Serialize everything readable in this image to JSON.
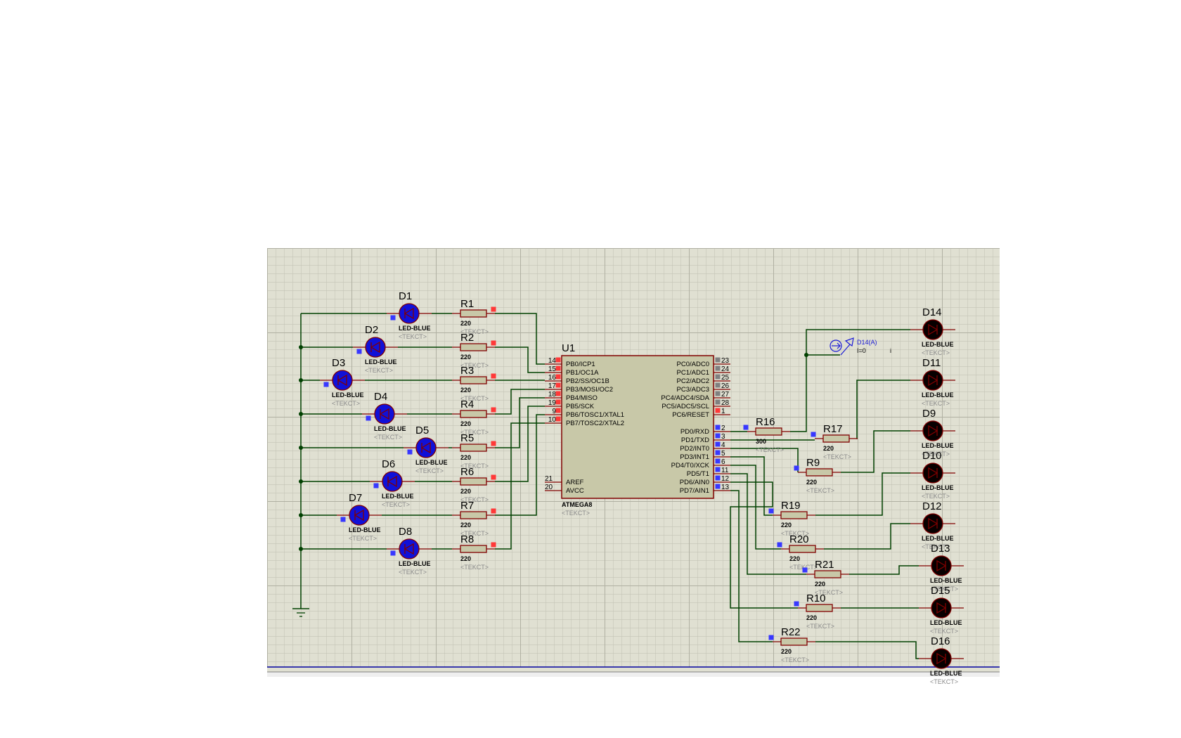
{
  "app": {
    "kind": "schematic-editor-canvas"
  },
  "colors": {
    "background": "#ffffff",
    "sheet": "#e0e0d2",
    "grid_minor": "#c4c4b6",
    "grid_major": "#b4b4a6",
    "wire": "#004000",
    "component_outline": "#800000",
    "resistor_fill": "#c8c8a8",
    "mcu_fill": "#c8c8a8",
    "led_left_fill": "#1010d8",
    "led_right_fill": "#080000",
    "pin_marker_red": "#ff3838",
    "pin_marker_blue": "#3838ff",
    "pin_marker_gray": "#808080",
    "bottom_line": "#0000a0",
    "probe_text": "#1b1bd6"
  },
  "mcu": {
    "ref": "U1",
    "part": "ATMEGA8",
    "text": "<TEKCT>",
    "left_pins": [
      {
        "num": "14",
        "name": "PB0/ICP1",
        "marker": "red"
      },
      {
        "num": "15",
        "name": "PB1/OC1A",
        "marker": "red"
      },
      {
        "num": "16",
        "name": "PB2/SS/OC1B",
        "marker": "red"
      },
      {
        "num": "17",
        "name": "PB3/MOSI/OC2",
        "marker": "red"
      },
      {
        "num": "18",
        "name": "PB4/MISO",
        "marker": "red"
      },
      {
        "num": "19",
        "name": "PB5/SCK",
        "marker": "red"
      },
      {
        "num": "9",
        "name": "PB6/TOSC1/XTAL1",
        "marker": "red"
      },
      {
        "num": "10",
        "name": "PB7/TOSC2/XTAL2",
        "marker": "red"
      }
    ],
    "left_power_pins": [
      {
        "num": "21",
        "name": "AREF"
      },
      {
        "num": "20",
        "name": "AVCC"
      }
    ],
    "right_pins_c": [
      {
        "num": "23",
        "name": "PC0/ADC0",
        "marker": "gray"
      },
      {
        "num": "24",
        "name": "PC1/ADC1",
        "marker": "gray"
      },
      {
        "num": "25",
        "name": "PC2/ADC2",
        "marker": "gray"
      },
      {
        "num": "26",
        "name": "PC3/ADC3",
        "marker": "gray"
      },
      {
        "num": "27",
        "name": "PC4/ADC4/SDA",
        "marker": "gray"
      },
      {
        "num": "28",
        "name": "PC5/ADC5/SCL",
        "marker": "gray"
      },
      {
        "num": "1",
        "name": "PC6/RESET",
        "marker": "red"
      }
    ],
    "right_pins_d": [
      {
        "num": "2",
        "name": "PD0/RXD",
        "marker": "blue"
      },
      {
        "num": "3",
        "name": "PD1/TXD",
        "marker": "blue"
      },
      {
        "num": "4",
        "name": "PD2/INT0",
        "marker": "blue"
      },
      {
        "num": "5",
        "name": "PD3/INT1",
        "marker": "blue"
      },
      {
        "num": "6",
        "name": "PD4/T0/XCK",
        "marker": "blue"
      },
      {
        "num": "11",
        "name": "PD5/T1",
        "marker": "blue"
      },
      {
        "num": "12",
        "name": "PD6/AIN0",
        "marker": "blue"
      },
      {
        "num": "13",
        "name": "PD7/AIN1",
        "marker": "blue"
      }
    ]
  },
  "left_leds": [
    {
      "ref": "D1",
      "part": "LED-BLUE",
      "text": "<TEKCT>"
    },
    {
      "ref": "D2",
      "part": "LED-BLUE",
      "text": "<TEKCT>"
    },
    {
      "ref": "D3",
      "part": "LED-BLUE",
      "text": "<TEKCT>"
    },
    {
      "ref": "D4",
      "part": "LED-BLUE",
      "text": "<TEKCT>"
    },
    {
      "ref": "D5",
      "part": "LED-BLUE",
      "text": "<TEKCT>"
    },
    {
      "ref": "D6",
      "part": "LED-BLUE",
      "text": "<TEKCT>"
    },
    {
      "ref": "D7",
      "part": "LED-BLUE",
      "text": "<TEKCT>"
    },
    {
      "ref": "D8",
      "part": "LED-BLUE",
      "text": "<TEKCT>"
    }
  ],
  "left_resistors": [
    {
      "ref": "R1",
      "value": "220",
      "text": "<TEKCT>"
    },
    {
      "ref": "R2",
      "value": "220",
      "text": "<TEKCT>"
    },
    {
      "ref": "R3",
      "value": "220",
      "text": "<TEKCT>"
    },
    {
      "ref": "R4",
      "value": "220",
      "text": "<TEKCT>"
    },
    {
      "ref": "R5",
      "value": "220",
      "text": "<TEKCT>"
    },
    {
      "ref": "R6",
      "value": "220",
      "text": "<TEKCT>"
    },
    {
      "ref": "R7",
      "value": "220",
      "text": "<TEKCT>"
    },
    {
      "ref": "R8",
      "value": "220",
      "text": "<TEKCT>"
    }
  ],
  "right_resistors": [
    {
      "ref": "R16",
      "value": "300",
      "text": "<TEKCT>"
    },
    {
      "ref": "R17",
      "value": "220",
      "text": "<TEKCT>"
    },
    {
      "ref": "R9",
      "value": "220",
      "text": "<TEKCT>"
    },
    {
      "ref": "R19",
      "value": "220",
      "text": "<TEKCT>"
    },
    {
      "ref": "R20",
      "value": "220",
      "text": "<TEKCT>"
    },
    {
      "ref": "R21",
      "value": "220",
      "text": "<TEKCT>"
    },
    {
      "ref": "R10",
      "value": "220",
      "text": "<TEKCT>"
    },
    {
      "ref": "R22",
      "value": "220",
      "text": "<TEKCT>"
    }
  ],
  "right_leds": [
    {
      "ref": "D14",
      "part": "LED-BLUE",
      "text": "<TEKCT>"
    },
    {
      "ref": "D11",
      "part": "LED-BLUE",
      "text": "<TEKCT>"
    },
    {
      "ref": "D9",
      "part": "LED-BLUE",
      "text": "<TEKCT>"
    },
    {
      "ref": "D10",
      "part": "LED-BLUE",
      "text": "<TEKCT>"
    },
    {
      "ref": "D12",
      "part": "LED-BLUE",
      "text": "<TEKCT>"
    },
    {
      "ref": "D13",
      "part": "LED-BLUE",
      "text": "<TEKCT>"
    },
    {
      "ref": "D15",
      "part": "LED-BLUE",
      "text": "<TEKCT>"
    },
    {
      "ref": "D16",
      "part": "LED-BLUE",
      "text": "<TEKCT>"
    }
  ],
  "current_probe": {
    "label": "D14(A)",
    "reading": "I=0",
    "extra": "i"
  },
  "ground": {
    "name": "GND"
  }
}
